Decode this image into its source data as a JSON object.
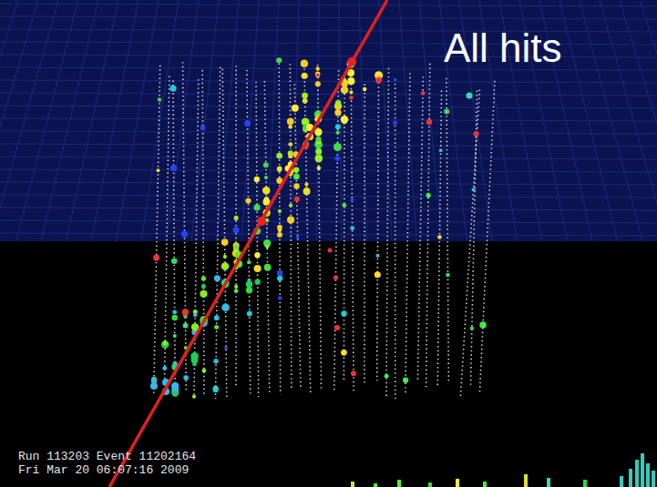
{
  "diagram": {
    "labels": [
      "All hits",
      "Run 113203 Event 11202164",
      "Fri Mar 20 06:07:16 2009"
    ]
  }
}
